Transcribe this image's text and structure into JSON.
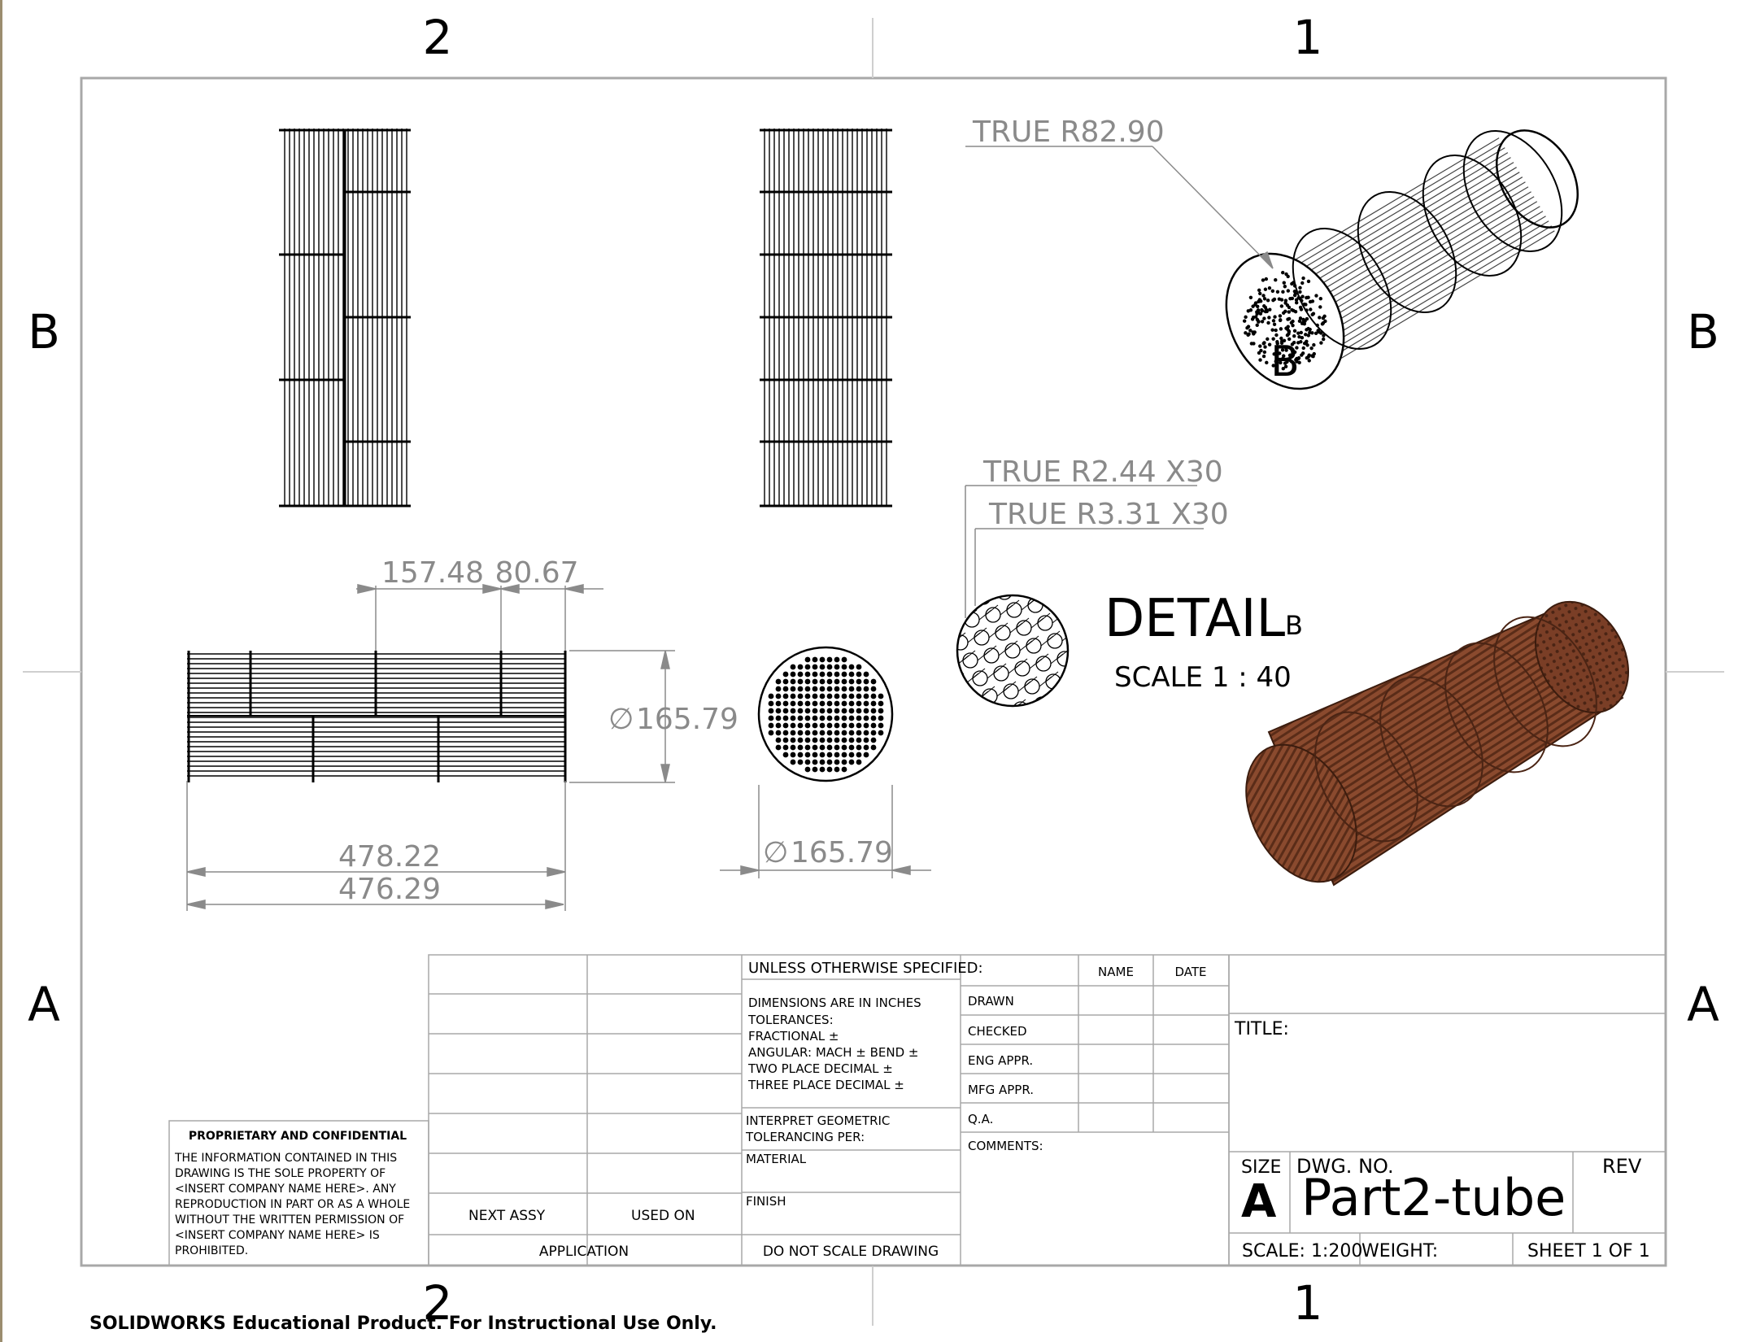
{
  "zones": {
    "top": [
      "2",
      "1"
    ],
    "bottom": [
      "2",
      "1"
    ],
    "left": [
      "B",
      "A"
    ],
    "right": [
      "B",
      "A"
    ]
  },
  "dimensions": {
    "d157": "157.48",
    "d80": "80.67",
    "dia_side": "165.79",
    "dia_end": "165.79",
    "len1": "478.22",
    "len2": "476.29",
    "true_r82": "TRUE R82.90",
    "true_r244": "TRUE R2.44 X30",
    "true_r331": "TRUE R3.31 X30"
  },
  "diameter_symbol": "∅",
  "detail": {
    "label": "DETAIL",
    "letter": "B",
    "scale": "SCALE  1 : 40",
    "callout": "B"
  },
  "title_block": {
    "unless": "UNLESS OTHERWISE SPECIFIED:",
    "spec_lines": [
      "DIMENSIONS ARE IN INCHES",
      "TOLERANCES:",
      "FRACTIONAL ±",
      "ANGULAR: MACH ±     BEND ±",
      "TWO PLACE DECIMAL     ±",
      "THREE PLACE DECIMAL   ±"
    ],
    "interpret": [
      "INTERPRET GEOMETRIC",
      "TOLERANCING PER:"
    ],
    "material": "MATERIAL",
    "finish": "FINISH",
    "next_assy": "NEXT ASSY",
    "used_on": "USED ON",
    "application": "APPLICATION",
    "do_not_scale": "DO NOT SCALE DRAWING",
    "name": "NAME",
    "date": "DATE",
    "rows": [
      "DRAWN",
      "CHECKED",
      "ENG APPR.",
      "MFG APPR.",
      "Q.A."
    ],
    "comments": "COMMENTS:",
    "title": "TITLE:",
    "size_label": "SIZE",
    "size": "A",
    "dwg_no_label": "DWG.  NO.",
    "dwg_no": "Part2-tube",
    "rev": "REV",
    "scale": "SCALE: 1:200",
    "weight": "WEIGHT:",
    "sheet": "SHEET 1 OF 1",
    "proprietary_title": "PROPRIETARY AND CONFIDENTIAL",
    "proprietary_lines": [
      "THE INFORMATION CONTAINED IN THIS",
      "DRAWING IS THE SOLE PROPERTY OF",
      "<INSERT COMPANY NAME HERE>.  ANY",
      "REPRODUCTION IN PART OR AS A WHOLE",
      "WITHOUT THE WRITTEN PERMISSION OF",
      "<INSERT COMPANY NAME HERE> IS",
      "PROHIBITED."
    ]
  },
  "footer": "SOLIDWORKS Educational Product. For Instructional Use Only.",
  "colors": {
    "border": "#a8a8a8",
    "dimension": "#8a8a8a",
    "shaded_model": "#7a3e26"
  }
}
